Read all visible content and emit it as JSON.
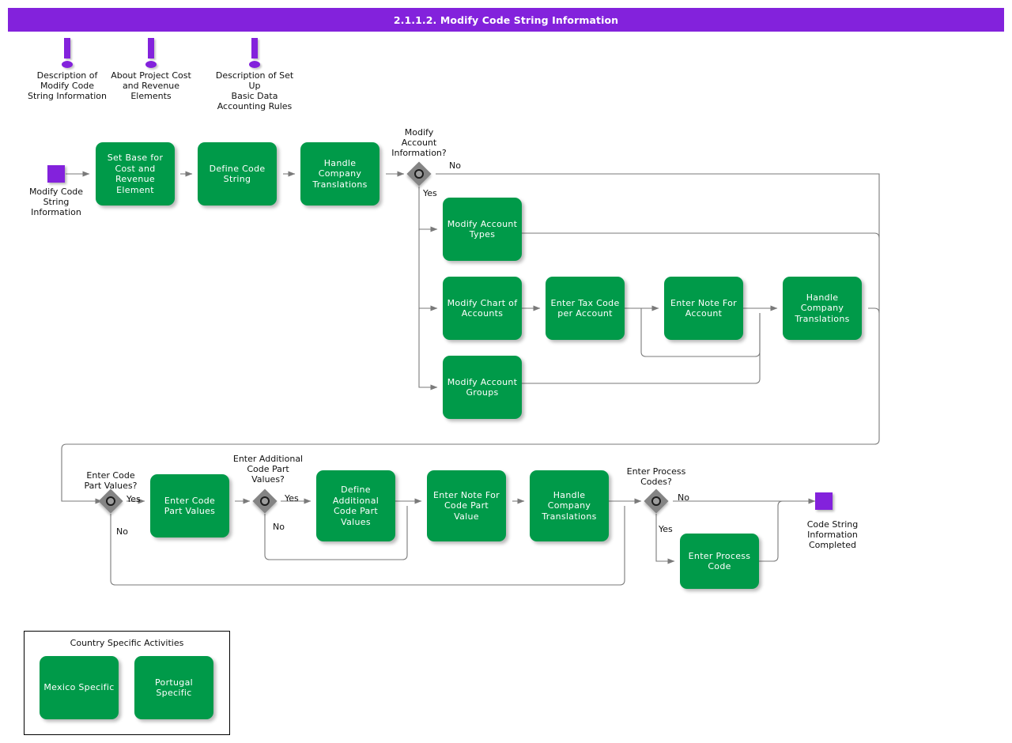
{
  "title": "2.1.1.2. Modify Code String Information",
  "colors": {
    "accent_purple": "#8322DC",
    "activity_green": "#009A49",
    "decision_gray": "#848484",
    "connector_gray": "#7a7a7a",
    "text_white": "#FFFFFF",
    "text_black": "#111111"
  },
  "info_markers": [
    {
      "icon": "exclamation-icon",
      "label": "Description of\nModify Code\nString Information"
    },
    {
      "icon": "exclamation-icon",
      "label": "About Project Cost\nand Revenue\nElements"
    },
    {
      "icon": "exclamation-icon",
      "label": "Description of Set Up\nBasic Data\nAccounting Rules"
    }
  ],
  "nodes": {
    "start": {
      "label": "Modify Code\nString\nInformation"
    },
    "end": {
      "label": "Code String\nInformation\nCompleted"
    }
  },
  "activities": {
    "set_base": "Set Base for Cost and Revenue Element",
    "define_code_string": "Define Code String",
    "handle_company_translations_1": "Handle Company Translations",
    "modify_account_types": "Modify Account Types",
    "modify_chart_of_accounts": "Modify Chart of Accounts",
    "enter_tax_code_per_account": "Enter Tax Code per Account",
    "enter_note_for_account": "Enter Note For Account",
    "handle_company_translations_2": "Handle Company Translations",
    "modify_account_groups": "Modify Account Groups",
    "enter_code_part_values": "Enter Code Part Values",
    "define_additional_code_part_values": "Define Additional Code Part Values",
    "enter_note_for_code_part_value": "Enter Note For Code Part Value",
    "handle_company_translations_3": "Handle Company Translations",
    "enter_process_code": "Enter Process Code"
  },
  "decisions": {
    "modify_account_information": {
      "label": "Modify\nAccount\nInformation?",
      "yes": "Yes",
      "no": "No"
    },
    "enter_code_part_values": {
      "label": "Enter Code\nPart Values?",
      "yes": "Yes",
      "no": "No"
    },
    "enter_additional_code_part_values": {
      "label": "Enter Additional\nCode Part\nValues?",
      "yes": "Yes",
      "no": "No"
    },
    "enter_process_codes": {
      "label": "Enter Process\nCodes?",
      "yes": "Yes",
      "no": "No"
    }
  },
  "country_group": {
    "title": "Country Specific Activities",
    "items": [
      "Mexico Specific",
      "Portugal Specific"
    ]
  }
}
